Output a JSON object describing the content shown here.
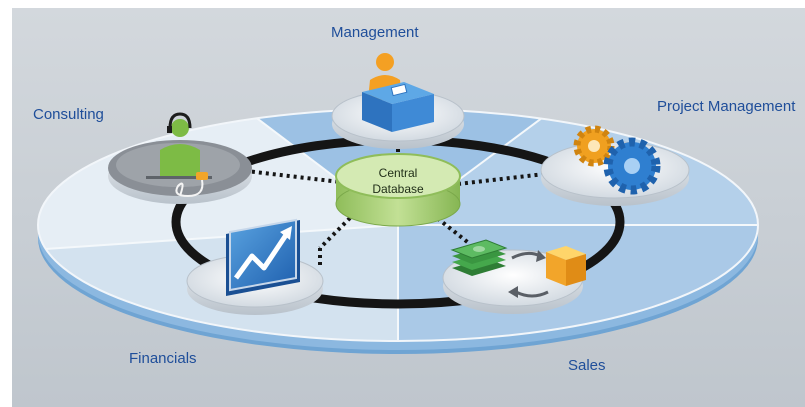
{
  "diagram": {
    "center": {
      "line1": "Central",
      "line2": "Database"
    },
    "modules": {
      "management": "Management",
      "consulting": "Consulting",
      "project_management": "Project Management",
      "financials": "Financials",
      "sales": "Sales"
    },
    "colors": {
      "background": "#c7cdd3",
      "disc_light": "#dfe9f2",
      "disc_blue": "#9cc1e4",
      "disc_edge": "#6fa4d3",
      "ring": "#151515",
      "database": "#b7d98a",
      "label": "#1f4e9a",
      "money": "#3f9b45",
      "box": "#f2a52a",
      "gear_orange": "#f0a020",
      "gear_blue": "#2f7fd0"
    }
  }
}
